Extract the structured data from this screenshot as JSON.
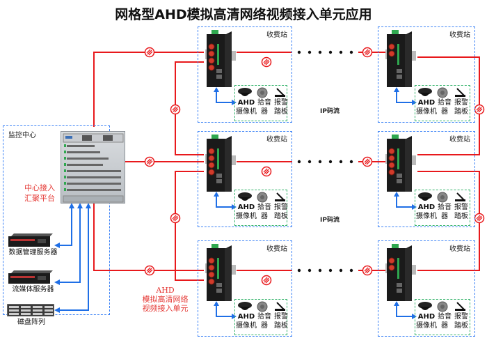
{
  "title": "网格型AHD模拟高清网络视频接入单元应用",
  "monitor_center": {
    "label": "监控中心",
    "core_label_line1": "中心接入",
    "core_label_line2": "汇聚平台",
    "servers": [
      {
        "label": "数据管理服务器",
        "icon": "rack-server-icon"
      },
      {
        "label": "流媒体服务器",
        "icon": "rack-server-icon"
      },
      {
        "label": "磁盘阵列",
        "icon": "disk-array-icon"
      }
    ]
  },
  "unit_label": {
    "line1": "AHD",
    "line2": "模拟高清网络",
    "line3": "视频接入单元"
  },
  "station_label": "收费站",
  "ip_stream_label": "IP码流",
  "peripherals": {
    "camera_line1": "AHD",
    "camera_line2": "摄像机",
    "mic_line1": "拾音",
    "mic_line2": "器",
    "alarm_line1": "报警",
    "alarm_line2": "踏板"
  },
  "stations": [
    {
      "row": 1,
      "side": "left",
      "fiber_ports": 4
    },
    {
      "row": 1,
      "side": "right",
      "fiber_ports": 2
    },
    {
      "row": 2,
      "side": "left",
      "fiber_ports": 4
    },
    {
      "row": 2,
      "side": "right",
      "fiber_ports": 4
    },
    {
      "row": 3,
      "side": "left",
      "fiber_ports": 4
    },
    {
      "row": 3,
      "side": "right",
      "fiber_ports": 2
    }
  ],
  "colors": {
    "fiber": "#e8191c",
    "ethernet": "#1f6fe6",
    "station_border": "#3b82f6",
    "peripheral_border": "#34b36b",
    "accent_text": "#e53935"
  }
}
